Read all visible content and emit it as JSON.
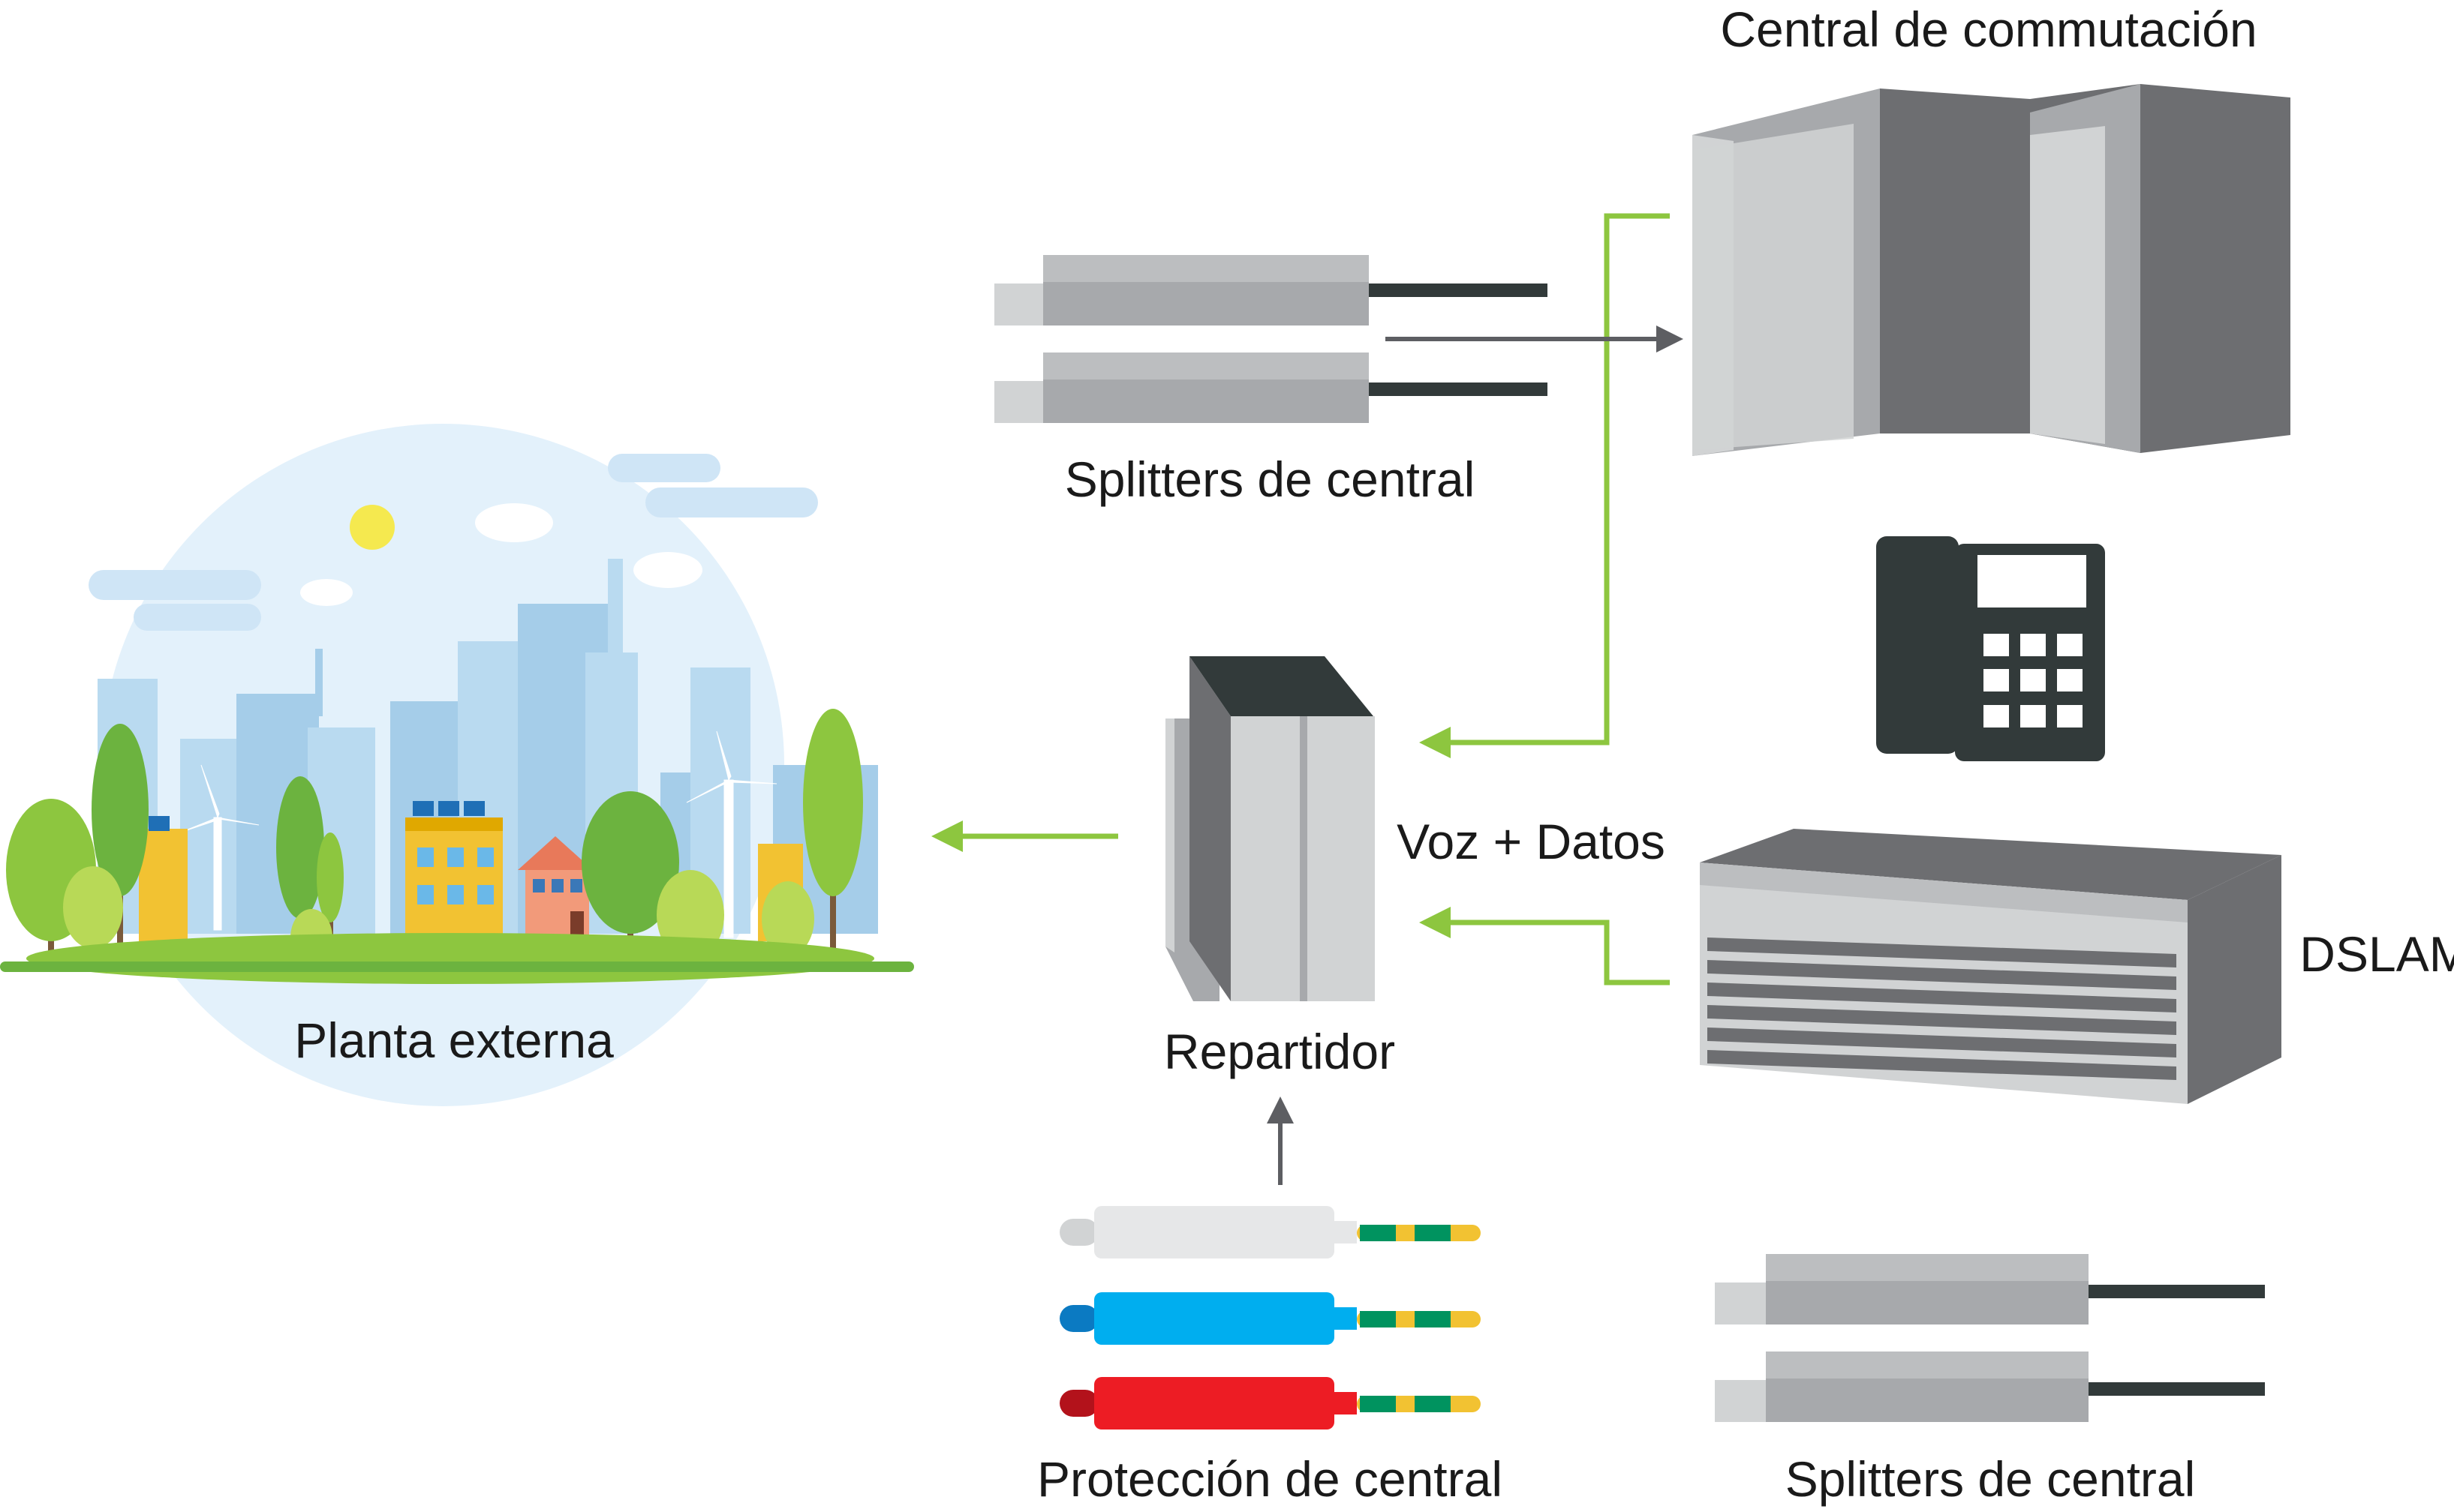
{
  "labels": {
    "switching": "Central de commutación",
    "splitters_top": "Splitters de central",
    "outside_plant": "Planta externa",
    "distributor": "Repartidor",
    "voice_data": "Voz + Datos",
    "dslam": "DSLAM",
    "protection": "Protección de central",
    "splitters_bottom": "Splitters de central"
  },
  "colors": {
    "connector_green": "#8dc63f",
    "arrow_gray": "#5d5e62",
    "equipment_dark": "#6d6e71",
    "equipment_light": "#d1d3d4",
    "phone": "#323a3a",
    "protector_white": "#e6e7e8",
    "protector_blue": "#00aeef",
    "protector_red": "#ed1c24"
  },
  "icons": [
    "city-illustration",
    "splitter-icon",
    "switching-equipment-icon",
    "telephone-icon",
    "distributor-frame-icon",
    "dslam-rack-icon",
    "protector-plug-icon"
  ]
}
